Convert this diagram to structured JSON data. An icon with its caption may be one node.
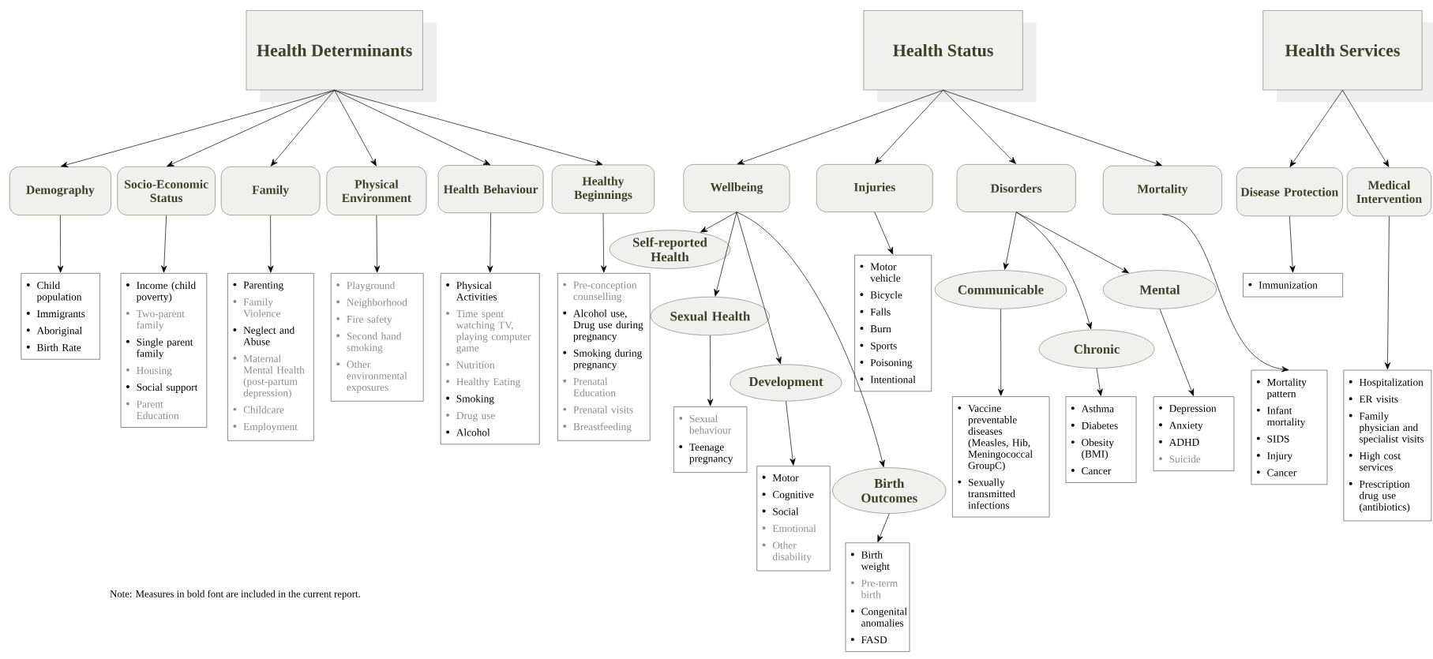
{
  "diagram": {
    "nodes": [
      {
        "text": [
          "Health Determinants"
        ]
      },
      {
        "text": [
          "Health Status"
        ]
      },
      {
        "text": [
          "Health Services"
        ]
      },
      {
        "text": [
          "Demography"
        ]
      },
      {
        "text": [
          "Socio-Economic Status"
        ]
      },
      {
        "text": [
          "Family"
        ]
      },
      {
        "text": [
          "Physical Environment"
        ]
      },
      {
        "text": [
          "Health Behaviour"
        ]
      },
      {
        "text": [
          "Healthy Beginnings"
        ]
      },
      {
        "text": [
          "Child population",
          "Immigrants",
          "Aboriginal",
          "Birth Rate"
        ]
      },
      {
        "text": [
          "Income (child poverty)",
          "Two-parent family",
          "Single parent family",
          "Housing",
          "Social support",
          "Parent Education"
        ]
      },
      {
        "text": [
          "Parenting",
          "Family Violence",
          "Neglect and Abuse",
          "Maternal Mental Health (post-partum depression)",
          "Childcare",
          "Employment"
        ]
      },
      {
        "text": [
          "Playground",
          "Neighborhood",
          "Fire safety",
          "Second hand smoking",
          "Other environmental exposures"
        ]
      },
      {
        "text": [
          "Physical Activities",
          "Time spent watching TV, playing computer game",
          "Nutrition",
          "Healthy Eating",
          "Smoking",
          "Drug use",
          "Alcohol"
        ]
      },
      {
        "text": [
          "Pre-conception counselling",
          "Alcohol use, Drug use during pregnancy",
          "Smoking during pregnancy",
          "Prenatal Education",
          "Prenatal visits",
          "Breastfeeding"
        ]
      },
      {
        "text": [
          "Wellbeing"
        ]
      },
      {
        "text": [
          "Injuries"
        ]
      },
      {
        "text": [
          "Disorders"
        ]
      },
      {
        "text": [
          "Mortality"
        ]
      },
      {
        "text": [
          "Disease Protection"
        ]
      },
      {
        "text": [
          "Medical Intervention"
        ]
      },
      {
        "text": [
          "Self-reported Health"
        ]
      },
      {
        "text": [
          "Sexual Health"
        ]
      },
      {
        "text": [
          "Development"
        ]
      },
      {
        "text": [
          "Birth Outcomes"
        ]
      },
      {
        "text": [
          "Motor vehicle",
          "Bicycle",
          "Falls",
          "Burn",
          "Sports",
          "Poisoning",
          "Intentional"
        ]
      },
      {
        "text": [
          "Communicable"
        ]
      },
      {
        "text": [
          "Mental"
        ]
      },
      {
        "text": [
          "Chronic"
        ]
      },
      {
        "text": [
          "Sexual behaviour",
          "Teenage pregnancy"
        ]
      },
      {
        "text": [
          "Motor",
          "Cognitive",
          "Social",
          "Emotional",
          "Other disability"
        ]
      },
      {
        "text": [
          "Birth weight",
          "Pre-term birth",
          "Congenital anomalies",
          "FASD"
        ]
      },
      {
        "text": [
          "Vaccine preventable diseases (Measles, Hib, Meningococcal GroupC)",
          "Sexually transmitted infections"
        ]
      },
      {
        "text": [
          "Asthma",
          "Diabetes",
          "Obesity (BMI)",
          "Cancer"
        ]
      },
      {
        "text": [
          "Depression",
          "Anxiety",
          "ADHD",
          "Suicide"
        ]
      },
      {
        "text": [
          "Mortality pattern",
          "Infant mortality",
          "SIDS",
          "Injury",
          "Cancer"
        ]
      },
      {
        "text": [
          "Immunization"
        ]
      },
      {
        "text": [
          "Hospitalization",
          "ER visits",
          "Family physician and specialist visits",
          "High cost services",
          "Prescription drug use (antibiotics)"
        ]
      }
    ],
    "edges": [
      {
        "from": 0,
        "to": 3,
        "arrow": "to"
      },
      {
        "from": 0,
        "to": 4,
        "arrow": "to"
      },
      {
        "from": 0,
        "to": 5,
        "arrow": "to"
      },
      {
        "from": 0,
        "to": 6,
        "arrow": "to"
      },
      {
        "from": 0,
        "to": 7,
        "arrow": "to"
      },
      {
        "from": 0,
        "to": 8,
        "arrow": "to"
      },
      {
        "from": 1,
        "to": 15,
        "arrow": "to"
      },
      {
        "from": 1,
        "to": 16,
        "arrow": "to"
      },
      {
        "from": 1,
        "to": 17,
        "arrow": "to"
      },
      {
        "from": 1,
        "to": 18,
        "arrow": "to"
      },
      {
        "from": 2,
        "to": 19,
        "arrow": "to"
      },
      {
        "from": 2,
        "to": 20,
        "arrow": "to"
      },
      {
        "from": 3,
        "to": 9,
        "arrow": "to"
      },
      {
        "from": 4,
        "to": 10,
        "arrow": "to"
      },
      {
        "from": 5,
        "to": 11,
        "arrow": "to"
      },
      {
        "from": 6,
        "to": 12,
        "arrow": "to"
      },
      {
        "from": 7,
        "to": 13,
        "arrow": "to"
      },
      {
        "from": 8,
        "to": 14,
        "arrow": "to"
      },
      {
        "from": 15,
        "to": 21,
        "arrow": "to"
      },
      {
        "from": 15,
        "to": 22,
        "arrow": "to"
      },
      {
        "from": 15,
        "to": 23,
        "arrow": "to"
      },
      {
        "from": 15,
        "to": 24,
        "arrow": "to"
      },
      {
        "from": 16,
        "to": 25,
        "arrow": "to"
      },
      {
        "from": 17,
        "to": 26,
        "arrow": "to"
      },
      {
        "from": 17,
        "to": 28,
        "arrow": "to"
      },
      {
        "from": 17,
        "to": 27,
        "arrow": "to"
      },
      {
        "from": 18,
        "to": 35,
        "arrow": "to"
      },
      {
        "from": 19,
        "to": 36,
        "arrow": "to"
      },
      {
        "from": 20,
        "to": 37,
        "arrow": "to"
      },
      {
        "from": 22,
        "to": 29,
        "arrow": "to"
      },
      {
        "from": 23,
        "to": 30,
        "arrow": "to"
      },
      {
        "from": 24,
        "to": 31,
        "arrow": "to"
      },
      {
        "from": 26,
        "to": 32,
        "arrow": "to"
      },
      {
        "from": 28,
        "to": 33,
        "arrow": "to"
      },
      {
        "from": 27,
        "to": 34,
        "arrow": "to"
      }
    ],
    "labels": [
      "Note: Measures in bold font are included in the current report."
    ]
  }
}
